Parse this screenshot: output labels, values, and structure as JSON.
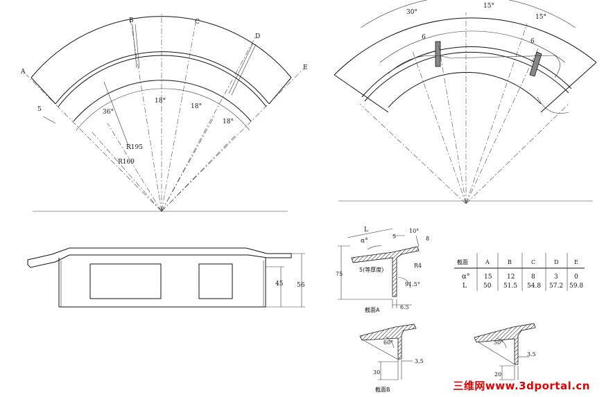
{
  "sector_view": {
    "points": [
      "A",
      "B",
      "C",
      "D",
      "E"
    ],
    "angles": [
      "36°",
      "18°",
      "18°",
      "18°"
    ],
    "radii": [
      "R195",
      "R169"
    ],
    "thickness": "5"
  },
  "right_view": {
    "angles": [
      "30°",
      "15°",
      "15°"
    ],
    "rib_widths": [
      "6",
      "6"
    ]
  },
  "side_view": {
    "dims": [
      "45",
      "56"
    ]
  },
  "section_a": {
    "label": "截面A",
    "L": "L",
    "alpha": "α°",
    "thickness_note": "5(等厚度)",
    "dims": [
      "5",
      "10°",
      "8",
      "R4",
      "75",
      "91.5°",
      "6.5"
    ]
  },
  "section_b": {
    "label": "截面B",
    "dims": [
      "60°",
      "3.5",
      "30"
    ]
  },
  "section_c": {
    "dims": [
      "50°",
      "3.5",
      "20"
    ]
  },
  "table": {
    "header": [
      "截面",
      "A",
      "B",
      "C",
      "D",
      "E"
    ],
    "rows": [
      [
        "α°",
        "15",
        "12",
        "8",
        "3",
        "0"
      ],
      [
        "L",
        "50",
        "51.5",
        "54.8",
        "57.2",
        "59.8"
      ]
    ]
  },
  "watermark": "三维网www.3dportal.cn"
}
